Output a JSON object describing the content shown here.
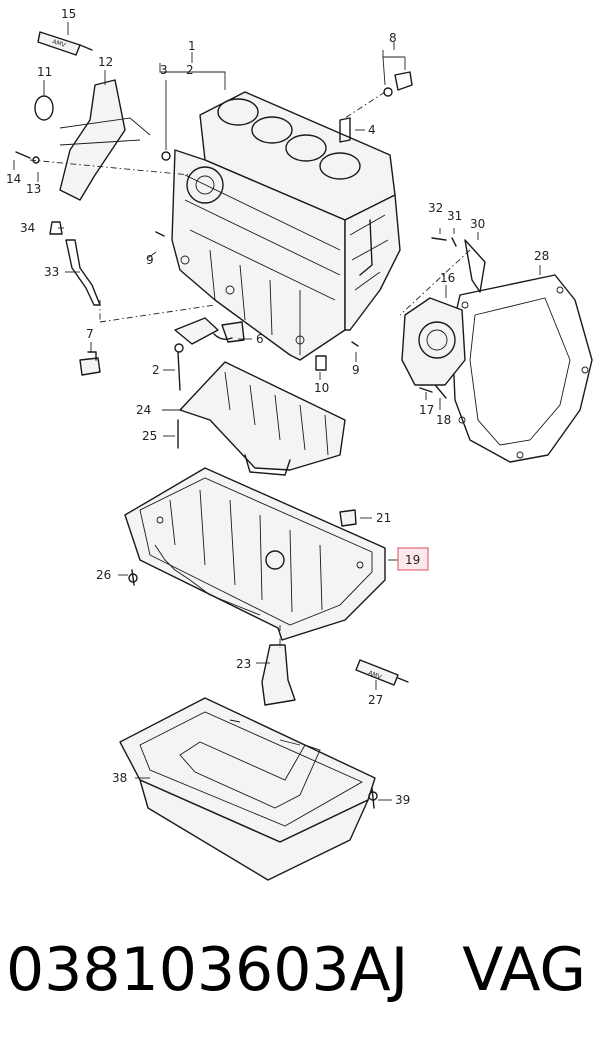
{
  "callouts": [
    {
      "id": "c1",
      "label": "1"
    },
    {
      "id": "c2",
      "label": "2"
    },
    {
      "id": "c2b",
      "label": "2"
    },
    {
      "id": "c3",
      "label": "3"
    },
    {
      "id": "c4",
      "label": "4"
    },
    {
      "id": "c6",
      "label": "6"
    },
    {
      "id": "c7",
      "label": "7"
    },
    {
      "id": "c8",
      "label": "8"
    },
    {
      "id": "c9a",
      "label": "9"
    },
    {
      "id": "c9b",
      "label": "9"
    },
    {
      "id": "c10",
      "label": "10"
    },
    {
      "id": "c11",
      "label": "11"
    },
    {
      "id": "c12",
      "label": "12"
    },
    {
      "id": "c13",
      "label": "13"
    },
    {
      "id": "c14",
      "label": "14"
    },
    {
      "id": "c15",
      "label": "15"
    },
    {
      "id": "c16",
      "label": "16"
    },
    {
      "id": "c17",
      "label": "17"
    },
    {
      "id": "c18",
      "label": "18"
    },
    {
      "id": "c19",
      "label": "19"
    },
    {
      "id": "c21",
      "label": "21"
    },
    {
      "id": "c23",
      "label": "23"
    },
    {
      "id": "c24",
      "label": "24"
    },
    {
      "id": "c25",
      "label": "25"
    },
    {
      "id": "c26",
      "label": "26"
    },
    {
      "id": "c27",
      "label": "27"
    },
    {
      "id": "c28",
      "label": "28"
    },
    {
      "id": "c30",
      "label": "30"
    },
    {
      "id": "c31",
      "label": "31"
    },
    {
      "id": "c32",
      "label": "32"
    },
    {
      "id": "c33",
      "label": "33"
    },
    {
      "id": "c34",
      "label": "34"
    },
    {
      "id": "c38",
      "label": "38"
    },
    {
      "id": "c39",
      "label": "39"
    }
  ],
  "tube_labels": {
    "sealant_top": "AMV",
    "sealant_right": "AMV"
  },
  "footer": {
    "part_number": "038103603AJ",
    "brand": "VAG"
  },
  "colors": {
    "highlight": "#e06a7a"
  }
}
